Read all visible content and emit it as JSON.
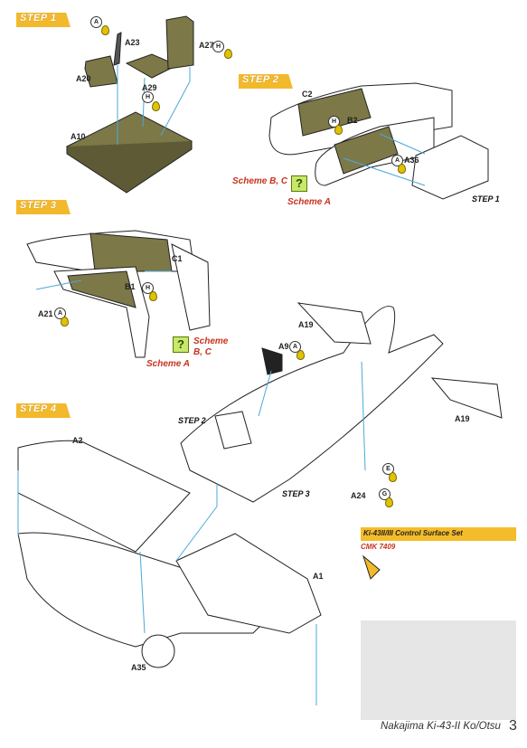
{
  "steps": {
    "step1": {
      "tab": "STEP 1"
    },
    "step2": {
      "tab": "STEP 2"
    },
    "step3": {
      "tab": "STEP 3"
    },
    "step4": {
      "tab": "STEP 4"
    }
  },
  "parts": {
    "A23": "A23",
    "A27": "A27",
    "A20": "A20",
    "A29": "A29",
    "A10": "A10",
    "C2": "C2",
    "B2": "B2",
    "A36": "A36",
    "C1": "C1",
    "B1": "B1",
    "A21": "A21",
    "A19_top": "A19",
    "A19_right": "A19",
    "A9": "A9",
    "A24": "A24",
    "A2": "A2",
    "A1": "A1",
    "A35": "A35"
  },
  "glue_codes": {
    "a1": "A",
    "h1": "H",
    "h2": "H",
    "h3": "H",
    "a2": "A",
    "h4": "H",
    "a3": "A",
    "a4": "A",
    "e": "E",
    "g": "G"
  },
  "sub_labels": {
    "step1_ref": "STEP 1",
    "step2_ref": "STEP 2",
    "step3_ref": "STEP 3"
  },
  "schemes": {
    "step2_bc": "Scheme B, C",
    "step2_a": "Scheme A",
    "step3_bc_1": "Scheme",
    "step3_bc_2": "B, C",
    "step3_a": "Scheme A",
    "q": "?"
  },
  "advert": {
    "title": "Ki-43II/III  Control Surface Set",
    "code": "CMK 7409"
  },
  "footer": {
    "title": "Nakajima Ki-43-II Ko/Otsu",
    "page": "3"
  },
  "colors": {
    "tab": "#f3b92c",
    "part_fill": "#7c7848",
    "red_text": "#c8331e",
    "guide_line": "#4aa8d8"
  }
}
